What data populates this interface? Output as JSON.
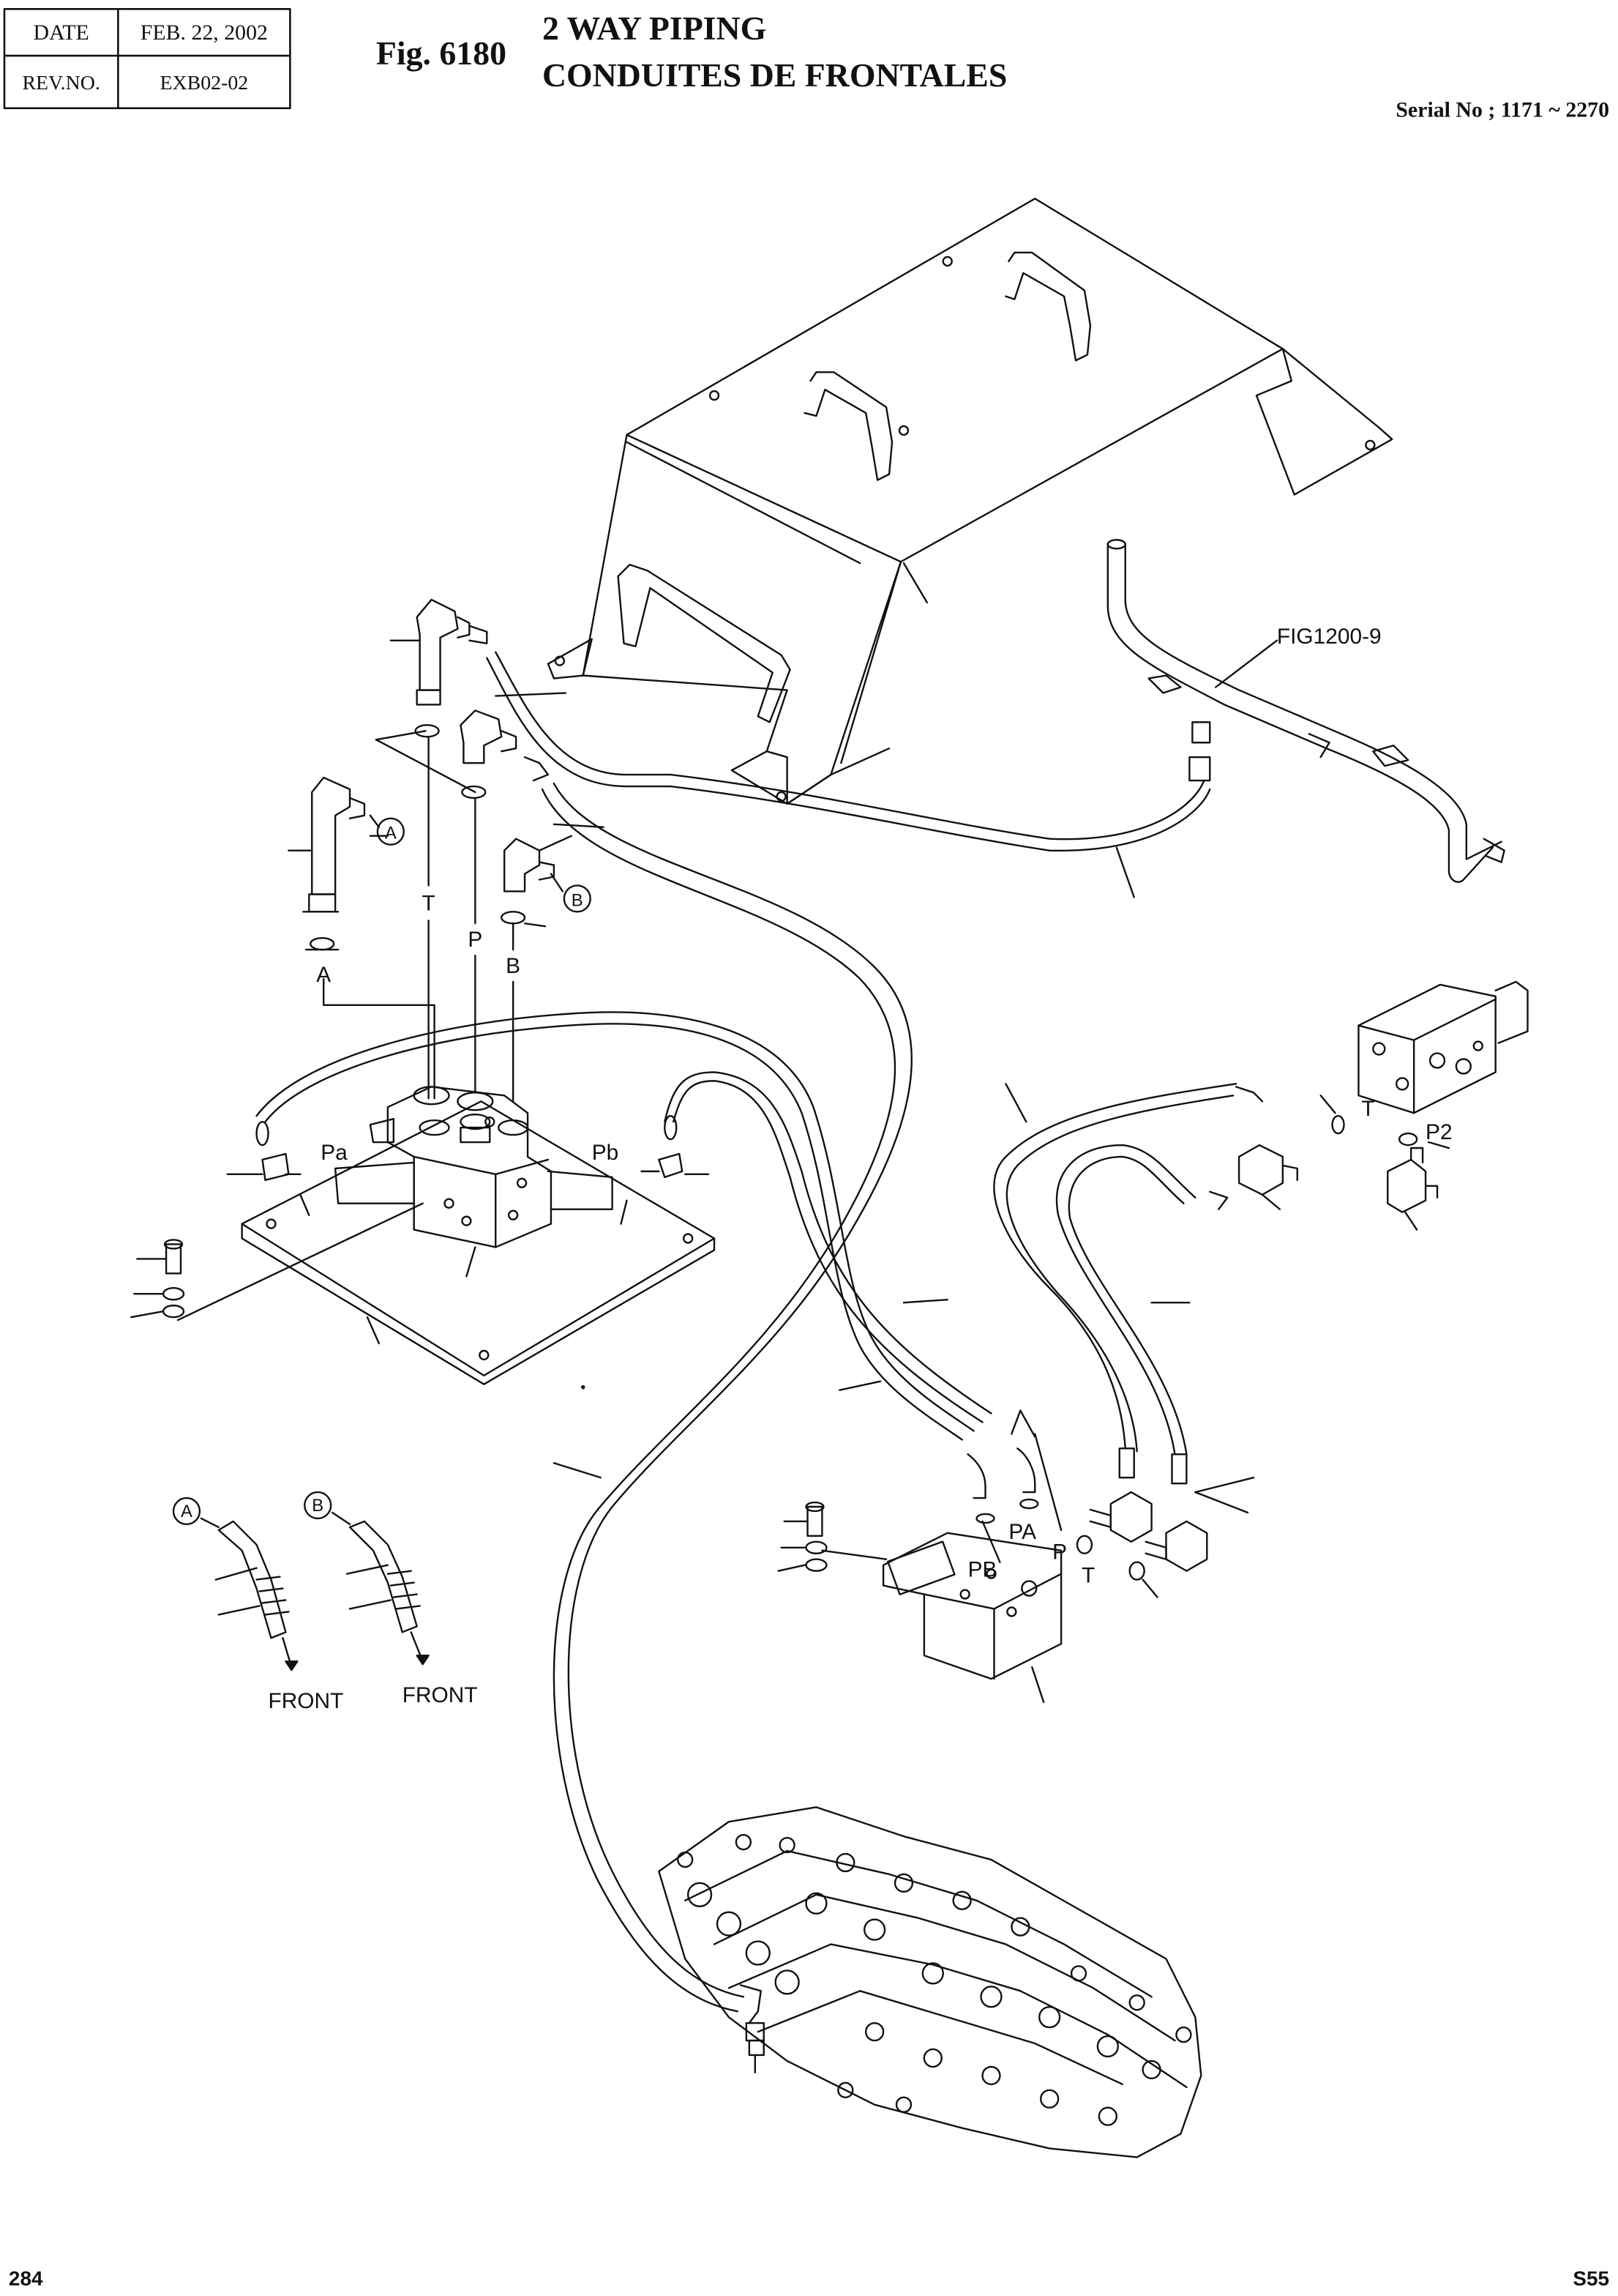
{
  "header": {
    "date_label": "DATE",
    "date_value": "FEB. 22, 2002",
    "rev_label": "REV.NO.",
    "rev_value": "EXB02-02",
    "fig_label": "Fig. 6180",
    "title_en": "2 WAY PIPING",
    "title_fr": "CONDUITES DE FRONTALES",
    "serial": "Serial No ; 1171 ~ 2270"
  },
  "footer": {
    "page_number": "284",
    "model": "S55"
  },
  "labels": {
    "fig_ref": "FIG1200-9",
    "callout_a": "A",
    "callout_b": "B",
    "port_t": "T",
    "port_p": "P",
    "port_b": "B",
    "port_a": "A",
    "port_pa": "Pa",
    "port_pb": "Pb",
    "port_t2": "T",
    "port_p2": "P2",
    "port_pa2": "PA",
    "port_pb2": "PB",
    "port_p3": "P",
    "port_t3": "T",
    "front_a": "FRONT",
    "front_b": "FRONT"
  },
  "colors": {
    "ink": "#111111",
    "paper": "#ffffff"
  }
}
